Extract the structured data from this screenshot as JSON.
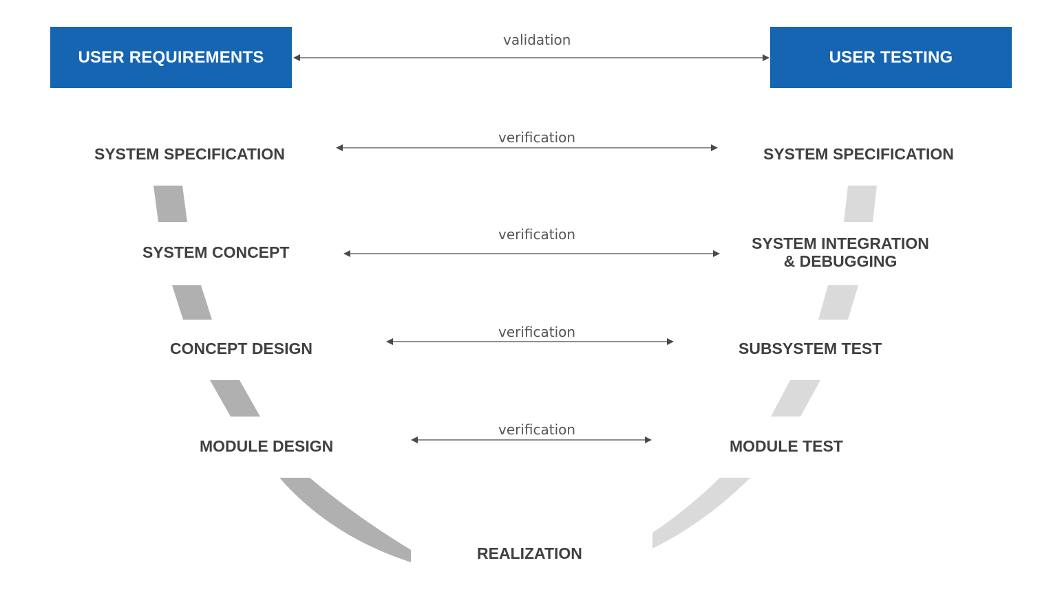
{
  "top": {
    "left_box": "USER REQUIREMENTS",
    "right_box": "USER TESTING",
    "relation": "validation"
  },
  "relations": [
    "verification",
    "verification",
    "verification",
    "verification"
  ],
  "left_stages": [
    "SYSTEM SPECIFICATION",
    "SYSTEM CONCEPT",
    "CONCEPT DESIGN",
    "MODULE DESIGN"
  ],
  "right_stages": [
    "SYSTEM SPECIFICATION",
    "SYSTEM INTEGRATION",
    "& DEBUGGING",
    "SUBSYSTEM TEST",
    "MODULE TEST"
  ],
  "bottom_stage": "REALIZATION",
  "colors": {
    "box_fill": "#1565b3",
    "left_path": "#b0b0b0",
    "right_path": "#dadada",
    "text": "#404040",
    "arrow": "#555555"
  }
}
